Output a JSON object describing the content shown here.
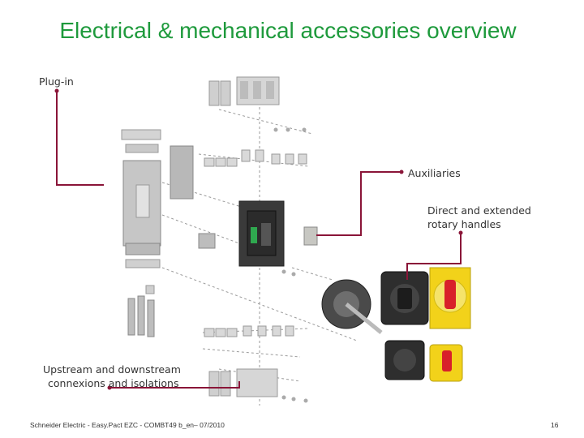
{
  "slide": {
    "title": "Electrical & mechanical accessories overview",
    "labels": {
      "plug_in": "Plug-in",
      "auxiliaries": "Auxiliaries",
      "rotary_line1": "Direct and extended",
      "rotary_line2": "rotary handles",
      "upstream_line1": "Upstream and downstream",
      "upstream_line2": "connexions and isolations"
    },
    "footer": {
      "left": "Schneider Electric - Easy.Pact EZC - COMBT49 b_en– 07/2010",
      "page": "16"
    }
  },
  "colors": {
    "title": "#1e9a3c",
    "callout_line": "#8a1538",
    "breaker_body": "#2b2b2b",
    "handle_red": "#d8202a",
    "panel_yellow": "#f2d21a"
  }
}
